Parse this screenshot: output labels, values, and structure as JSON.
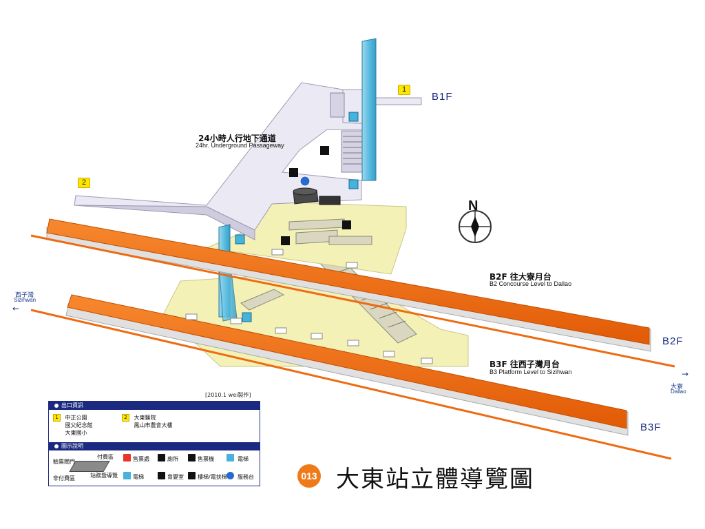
{
  "floors": {
    "b1f": "B1F",
    "b2f": "B2F",
    "b3f": "B3F"
  },
  "exits": {
    "e1": "1",
    "e2": "2"
  },
  "passage": {
    "zh": "24小時人行地下通道",
    "en": "24hr. Underground Passageway"
  },
  "levels": {
    "b2": {
      "zh": "B2F 往大寮月台",
      "en": "B2 Concourse Level to Dallao"
    },
    "b3": {
      "zh": "B3F 往西子灣月台",
      "en": "B3  Platform Level to Sizihwan"
    }
  },
  "directions": {
    "west": {
      "zh": "西子灣",
      "en": "Sizihwan",
      "arrow": "←"
    },
    "east": {
      "zh": "大寮",
      "en": "Dallao",
      "arrow": "→"
    }
  },
  "compass": "N",
  "made": "[2010.1 wei製作]",
  "legend": {
    "exit_header": "出口資訊",
    "exit1": [
      "中正公園",
      "國父紀念館",
      "大東國小"
    ],
    "exit2": [
      "大東醫院",
      "鳳山市農會大樓"
    ],
    "symbols_header": "圖示說明",
    "items": {
      "gate": "驗票閘門",
      "paid": "付費區",
      "unpaid": "非付費區",
      "service": "站務暨導覽",
      "ticket_office": "售票處",
      "toilet": "廁所",
      "ticket_machine": "售票機",
      "elevator_a": "電梯",
      "elevator_b": "電梯",
      "nursing": "育嬰室",
      "stairs": "樓梯/電扶梯",
      "info": "服務台"
    },
    "colors": {
      "header": "#1b2a80",
      "exit_badge": "#ffe600",
      "ticket_office": "#e8362a",
      "elevator": "#45b3dc"
    }
  },
  "title": {
    "code": "013",
    "text": "大東站立體導覽圖"
  },
  "colors": {
    "track": "#ef6a10",
    "concourse": "#f4f1b6",
    "passage": "#ebe9f3",
    "elevator": "#5bc0de"
  }
}
